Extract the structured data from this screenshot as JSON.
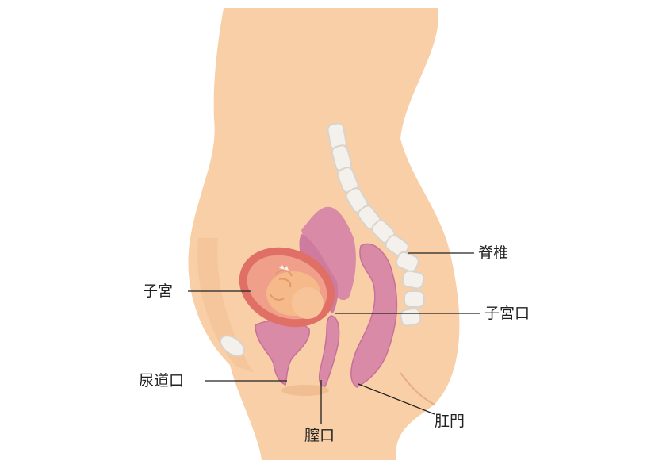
{
  "colors": {
    "skin": "#f9cfa7",
    "skin_shade": "#f1bd92",
    "organ": "#d98aa6",
    "organ_dark": "#c7709a",
    "uterus_wall": "#e07065",
    "fetus": "#f5b98a",
    "bone": "#f4f1ed",
    "bone_shadow": "#d9d3cc",
    "leader_line": "#222222"
  },
  "labels": {
    "spine": "脊椎",
    "uterus": "子宮",
    "cervix": "子宮口",
    "urethra": "尿道口",
    "vagina": "膣口",
    "anus": "肛門"
  }
}
